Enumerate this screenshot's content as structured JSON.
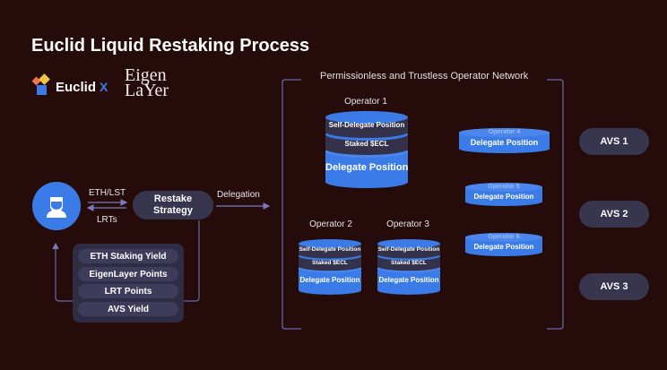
{
  "title": "Euclid Liquid Restaking Process",
  "logos": {
    "euclid": "Euclid",
    "separator": "X",
    "eigen_line1": "Eigen",
    "eigen_line2": "LaYer"
  },
  "user": {
    "icon": "user-icon"
  },
  "flows": {
    "deposit": "ETH/LST",
    "return": "LRTs",
    "delegation": "Delegation"
  },
  "strategy": {
    "line1": "Restake",
    "line2": "Strategy"
  },
  "rewards": [
    "ETH Staking Yield",
    "EigenLayer Points",
    "LRT Points",
    "AVS Yield"
  ],
  "network": {
    "title": "Permissionless and Trustless Operator Network",
    "layers": {
      "self": "Self-Delegate Position",
      "staked": "Staked $ECL",
      "delegate": "Delegate Position"
    },
    "operators": [
      {
        "name": "Operator 1",
        "type": "full"
      },
      {
        "name": "Operator 2",
        "type": "full"
      },
      {
        "name": "Operator 3",
        "type": "full"
      },
      {
        "name": "Operator 4",
        "type": "simple"
      },
      {
        "name": "Operator 5",
        "type": "simple"
      },
      {
        "name": "Operator 6",
        "type": "simple"
      }
    ]
  },
  "avs": [
    "AVS 1",
    "AVS 2",
    "AVS 3"
  ],
  "colors": {
    "background": "#250c0a",
    "blue": "#3b7be8",
    "dark_layer": "#33324a",
    "pill": "#38364f",
    "line": "#6b6aa8"
  }
}
